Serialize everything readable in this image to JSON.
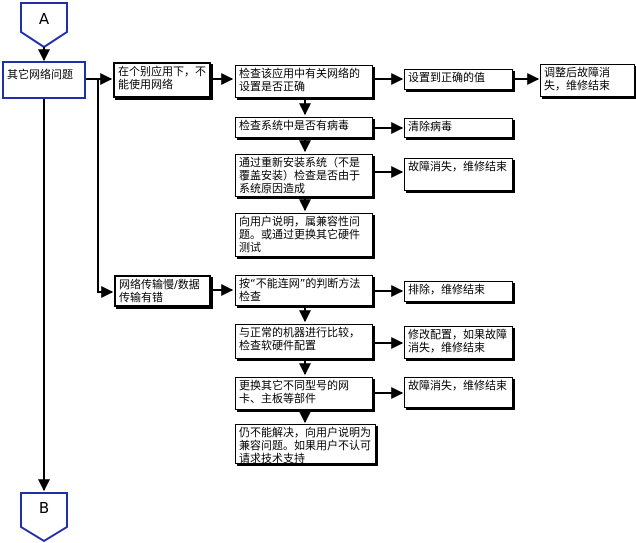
{
  "connectors": {
    "top": "A",
    "bottom": "B"
  },
  "nodes": {
    "root": "其它网络问题",
    "n1": "在个别应用下，不能使用网络",
    "n1a": "检查该应用中有关网络的设置是否正确",
    "n1a_r": "设置到正确的值",
    "n1a_rr": "调整后故障消失，维修结束",
    "n1b": "检查系统中是否有病毒",
    "n1b_r": "清除病毒",
    "n1c": "通过重新安装系统（不是覆盖安装）检查是否由于系统原因造成",
    "n1c_r": "故障消失，维修结束",
    "n1d": "向用户说明，属兼容性问题。或通过更换其它硬件测试",
    "n2": "网络传输慢/数据传输有错",
    "n2a": "按“不能连网”的判断方法检查",
    "n2a_r": "排除，维修结束",
    "n2b": "与正常的机器进行比较，检查软硬件配置",
    "n2b_r": "修改配置，如果故障消失，维修结束",
    "n2c": "更换其它不同型号的网卡、主板等部件",
    "n2c_r": "故障消失，维修结束",
    "n2d": "仍不能解决，向用户说明为兼容问题。如果用户不认可请求技术支持"
  }
}
